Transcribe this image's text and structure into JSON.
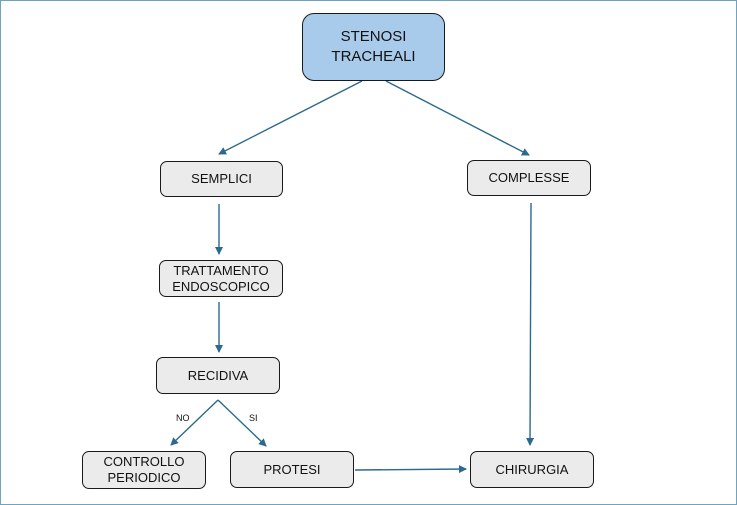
{
  "nodes": {
    "root": "STENOSI\nTRACHEALI",
    "semplici": "SEMPLICI",
    "complesse": "COMPLESSE",
    "trattamento": "TRATTAMENTO\nENDOSCOPICO",
    "recidiva": "RECIDIVA",
    "controllo": "CONTROLLO\nPERIODICO",
    "protesi": "PROTESI",
    "chirurgia": "CHIRURGIA"
  },
  "edge_labels": {
    "no": "NO",
    "si": "SI"
  },
  "colors": {
    "root_fill": "#a9cbeb",
    "node_fill": "#ebebeb",
    "edge": "#2b6a8c"
  }
}
